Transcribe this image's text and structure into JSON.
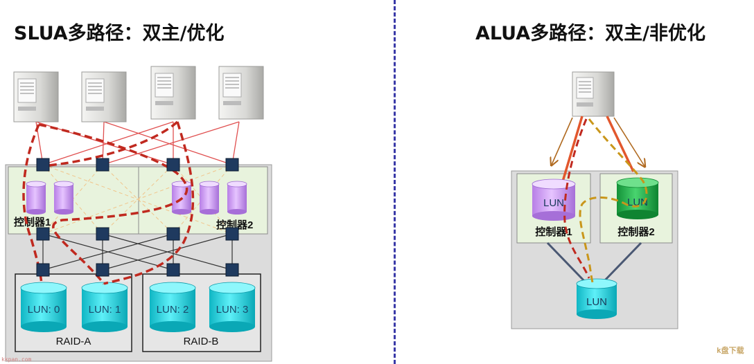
{
  "titles": {
    "left": "SLUA多路径：双主/优化",
    "right": "ALUA多路径：双主/非优化"
  },
  "left": {
    "controllers": [
      "控制器1",
      "控制器2"
    ],
    "luns": [
      "LUN: 0",
      "LUN: 1",
      "LUN: 2",
      "LUN: 3"
    ],
    "raids": [
      "RAID-A",
      "RAID-B"
    ]
  },
  "right": {
    "controllers": [
      "控制器1",
      "控制器2"
    ],
    "lun_labels": [
      "LUN",
      "LUN",
      "LUN"
    ]
  },
  "watermarks": {
    "left": "kkpan.com",
    "right": "k盘下载"
  },
  "colors": {
    "red_path": "#c0291f",
    "gold_path": "#c9961a",
    "host_link": "#e05050",
    "cyan_disk": "#27d1de",
    "purple_disk": "#cf9bf0",
    "green_disk": "#22b14c",
    "port": "#1f3a5f"
  }
}
